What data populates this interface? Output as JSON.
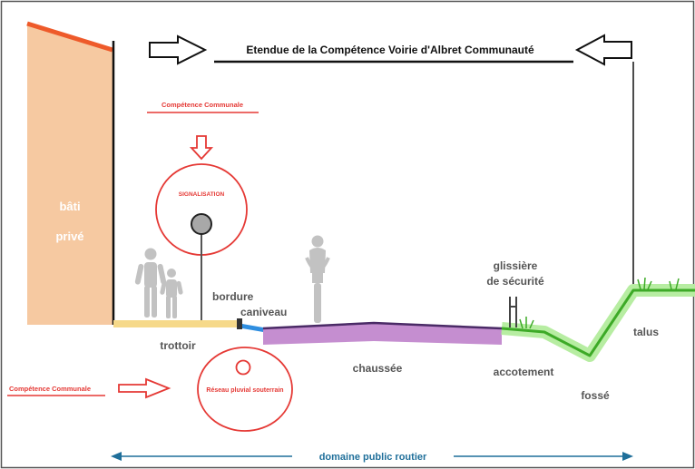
{
  "title": "Etendue de la Compétence Voirie d'Albret Communauté",
  "bati": {
    "line1": "bâti",
    "line2": "privé"
  },
  "competence_top": "Compétence Communale",
  "signalisation": "SIGNALISATION",
  "labels": {
    "bordure": "bordure",
    "caniveau": "caniveau",
    "trottoir": "trottoir",
    "chaussee": "chaussée",
    "glissiere_1": "glissière",
    "glissiere_2": "de sécurité",
    "accotement": "accotement",
    "fosse": "fossé",
    "talus": "talus"
  },
  "competence_bottom": "Compétence Communale",
  "reseau": "Réseau pluvial souterrain",
  "domaine": "domaine public routier",
  "colors": {
    "bati": "#f6c9a1",
    "red": "#e53935",
    "trottoir": "#f6d98a",
    "chaussee": "#c58ed0",
    "green": "#5cc93a",
    "blue": "#1f6f9a",
    "gray": "#a8a8a8"
  }
}
